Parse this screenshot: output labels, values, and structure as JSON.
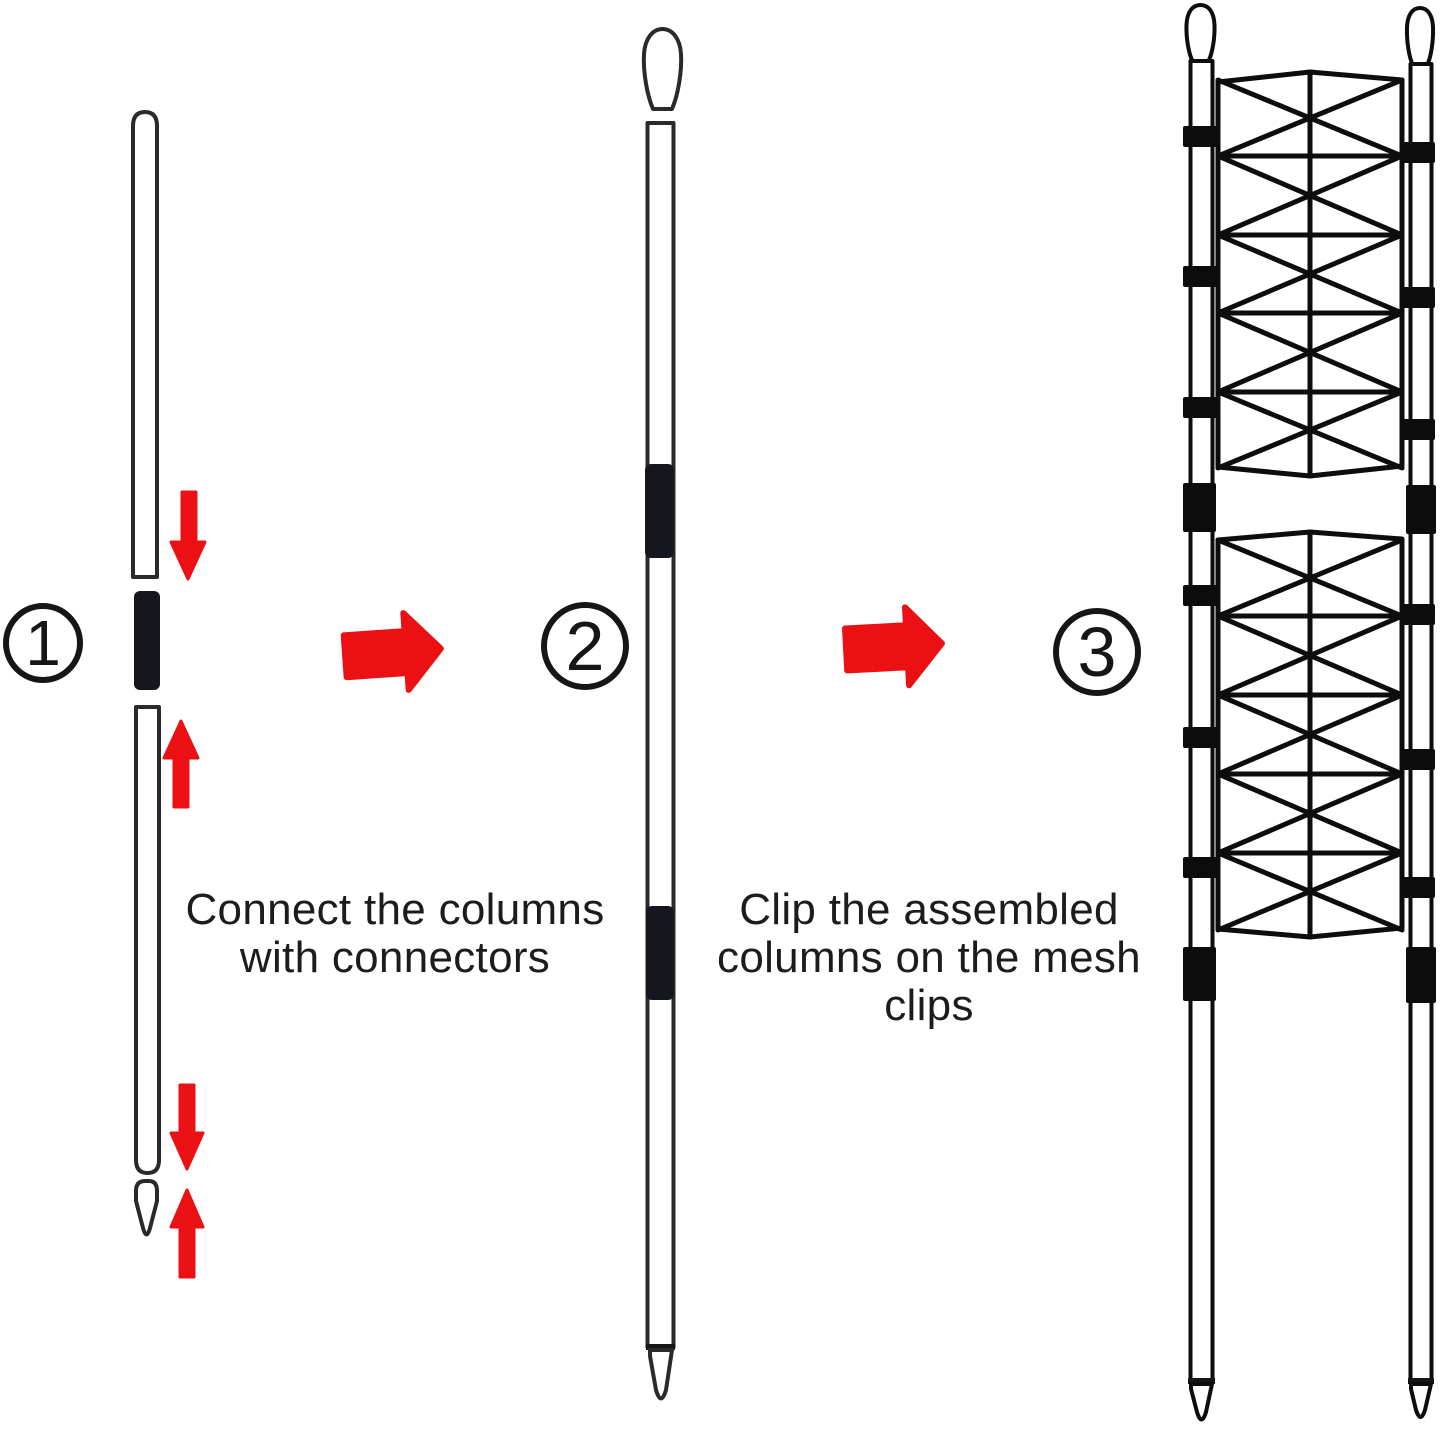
{
  "colors": {
    "accent_red": "#EA1013",
    "ink": "#1C1C1C",
    "connector_black": "#16161E",
    "background": "#FFFFFF"
  },
  "steps": [
    {
      "number": "1",
      "caption_lines": [
        "Connect the columns",
        "with connectors"
      ]
    },
    {
      "number": "2"
    },
    {
      "number": "3",
      "caption_lines": [
        "Clip the assembled",
        "columns on the mesh",
        "clips"
      ]
    }
  ],
  "icons": {
    "step_transition": "red-right-arrow",
    "insert_direction_down": "red-down-arrow",
    "insert_direction_up": "red-up-arrow"
  }
}
